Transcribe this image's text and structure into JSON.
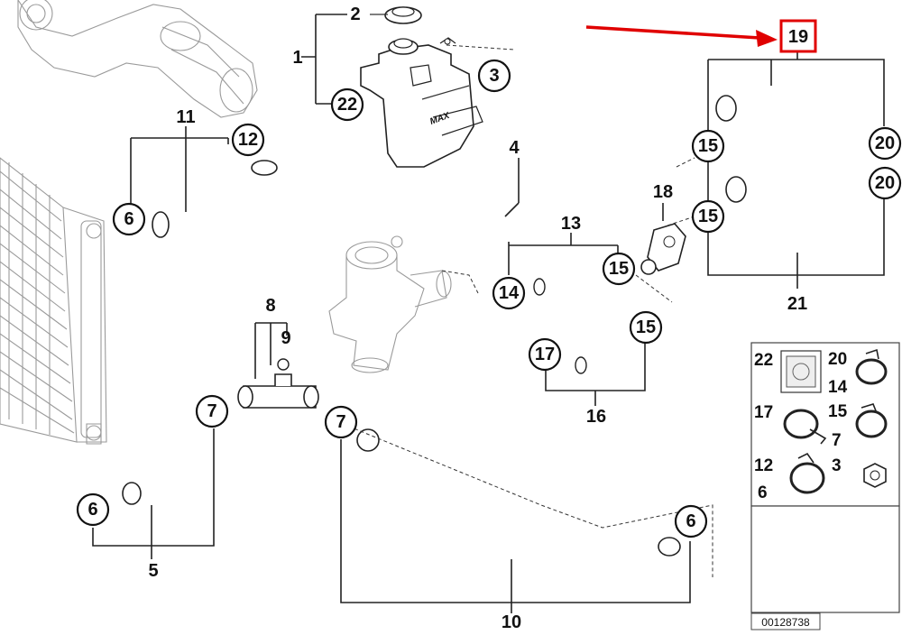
{
  "diagram": {
    "part_callouts": {
      "p1": "1",
      "p2": "2",
      "p3": "3",
      "p4": "4",
      "p5": "5",
      "p6a": "6",
      "p6b": "6",
      "p6c": "6",
      "p7a": "7",
      "p7b": "7",
      "p8": "8",
      "p9": "9",
      "p10": "10",
      "p11": "11",
      "p12": "12",
      "p13": "13",
      "p14": "14",
      "p15a": "15",
      "p15b": "15",
      "p15c": "15",
      "p15d": "15",
      "p16": "16",
      "p17": "17",
      "p18": "18",
      "p19": "19",
      "p20a": "20",
      "p20b": "20",
      "p21": "21",
      "p22": "22"
    },
    "tank_marking": "MAX",
    "highlighted_part": "19",
    "legend": {
      "k22": "22",
      "k20": "20",
      "k14": "14",
      "k17": "17",
      "k15": "15",
      "k7": "7",
      "k12": "12",
      "k6": "6",
      "k3": "3"
    },
    "image_number": "00128738",
    "colors": {
      "highlight": "#e00000",
      "ink": "#111111",
      "ghost": "#9a9a9a"
    }
  }
}
